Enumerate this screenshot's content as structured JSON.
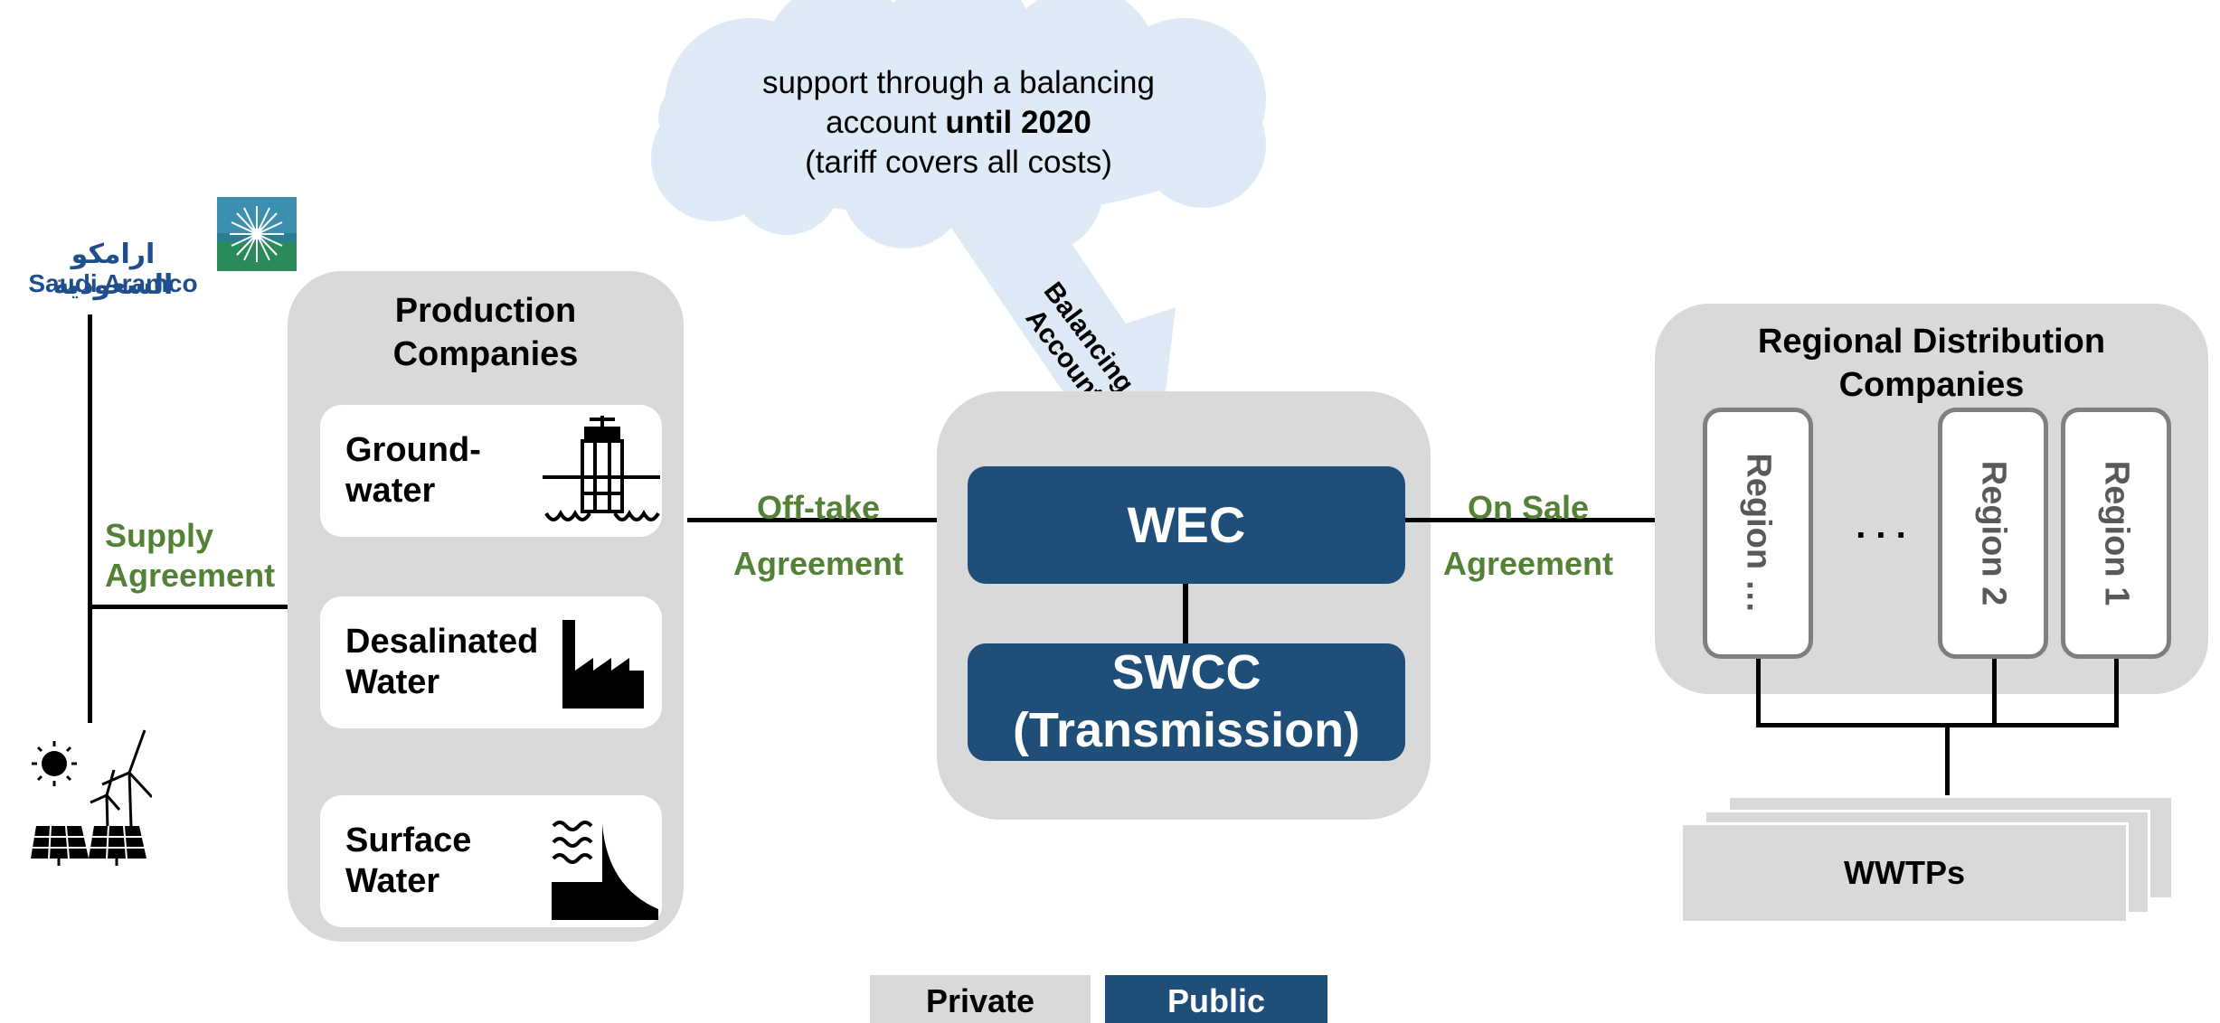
{
  "logo": {
    "arabic_text": "ارامكو السعودية",
    "latin_text": "Saudi Aramco",
    "colors": {
      "brand_blue": "#1f4e8c",
      "brand_teal": "#2a7f8f"
    }
  },
  "renewables": {
    "icons": [
      "sun-icon",
      "wind-turbine-icon",
      "solar-panel-icon"
    ]
  },
  "supply_agreement": {
    "line1": "Supply",
    "line2": "Agreement"
  },
  "production": {
    "title_line1": "Production",
    "title_line2": "Companies",
    "cards": [
      {
        "line1": "Ground-",
        "line2": "water",
        "icon": "well-pump-icon"
      },
      {
        "line1": "Desalinated",
        "line2": "Water",
        "icon": "factory-icon"
      },
      {
        "line1": "Surface",
        "line2": "Water",
        "icon": "dam-icon"
      }
    ]
  },
  "offtake": {
    "line1": "Off-take",
    "line2": "Agreement"
  },
  "cloud": {
    "line1": "support through a balancing",
    "line2_prefix": "account ",
    "line2_bold": "until 2020",
    "line3": "(tariff covers all costs)"
  },
  "balancing_arrow": {
    "line1": "Balancing",
    "line2": "Account"
  },
  "center": {
    "wec": "WEC",
    "swcc_line1": "SWCC",
    "swcc_line2": "(Transmission)"
  },
  "onsale": {
    "line1": "On Sale",
    "line2": "Agreement"
  },
  "regional": {
    "title_line1": "Regional Distribution",
    "title_line2": "Companies",
    "regions": [
      "Region …",
      "Region 2",
      "Region 1"
    ],
    "ellipsis": ". . ."
  },
  "wwtps": {
    "label": "WWTPs"
  },
  "legend": {
    "private": "Private",
    "public": "Public"
  },
  "colors": {
    "private_grey": "#d9d9d9",
    "public_navy": "#1f4e79",
    "agreement_green": "#538135",
    "cloud_blue": "#deebf7"
  }
}
